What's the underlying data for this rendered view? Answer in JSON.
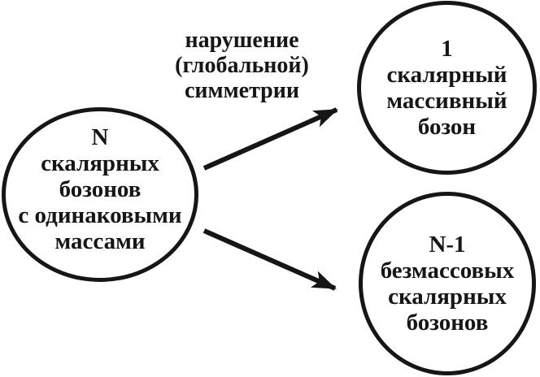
{
  "diagram": {
    "colors": {
      "ink": "#161616",
      "background": "#ffffff"
    },
    "arrow_label": {
      "lines": [
        "нарушение",
        "(глобальной)",
        "симметрии"
      ]
    },
    "left_node": {
      "lines": [
        "N",
        "скалярных",
        "бозонов",
        "с одинаковыми",
        "массами"
      ]
    },
    "top_right_node": {
      "lines": [
        "1",
        "скалярный",
        "массивный",
        "бозон"
      ]
    },
    "bottom_right_node": {
      "lines": [
        "N-1",
        "безмассовых",
        "скалярных",
        "бозонов"
      ]
    }
  }
}
